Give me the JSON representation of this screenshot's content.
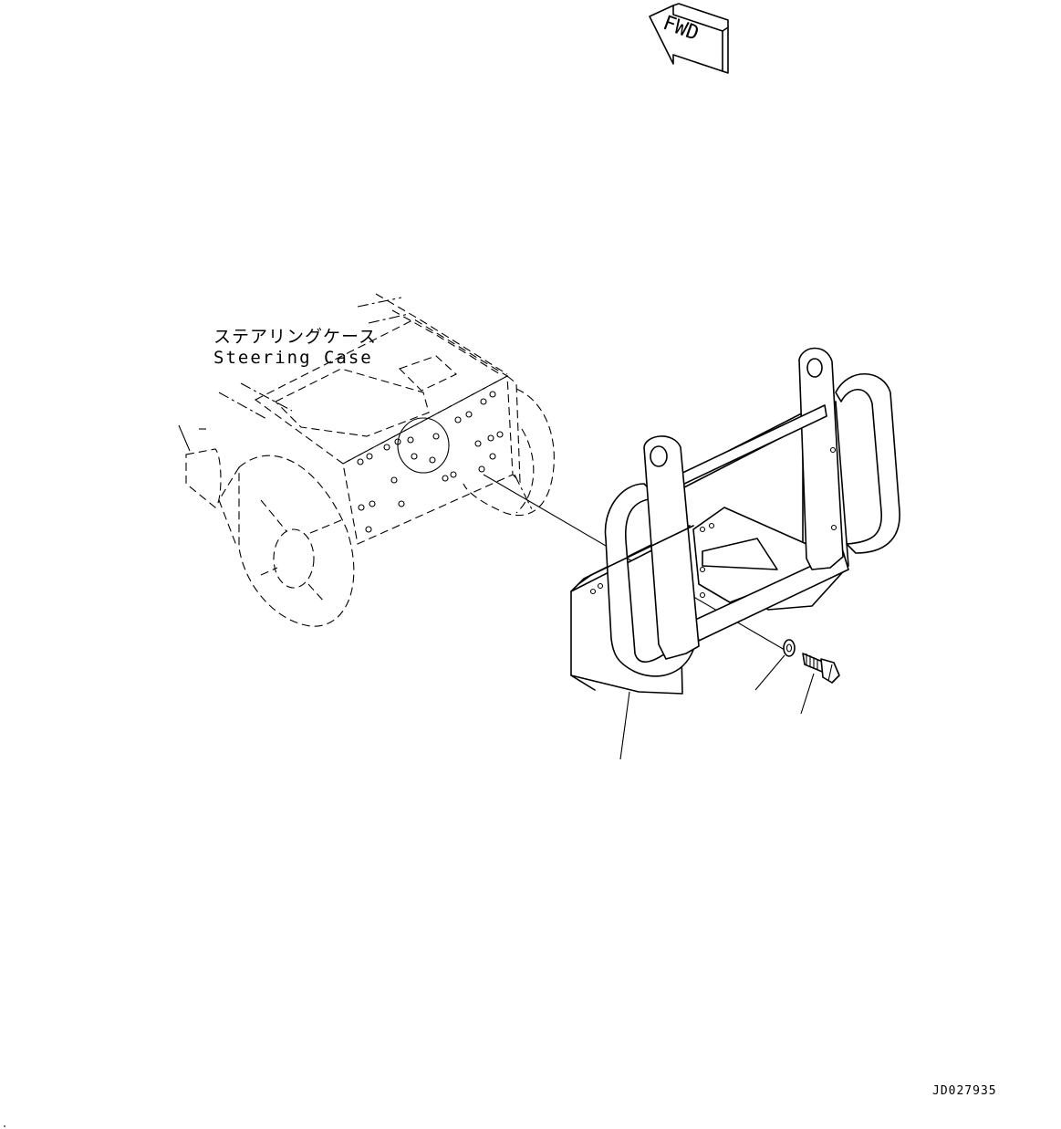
{
  "labels": {
    "steering_case_jp": "ステアリングケース",
    "steering_case_en": "Steering Case",
    "direction_arrow": "FWD",
    "drawing_code": "JD027935"
  },
  "icons": {
    "direction": "fwd-arrow-icon",
    "bracket": "guard-bracket-icon",
    "washer": "washer-icon",
    "bolt": "bolt-icon"
  },
  "colors": {
    "line": "#000000",
    "background": "#ffffff"
  }
}
